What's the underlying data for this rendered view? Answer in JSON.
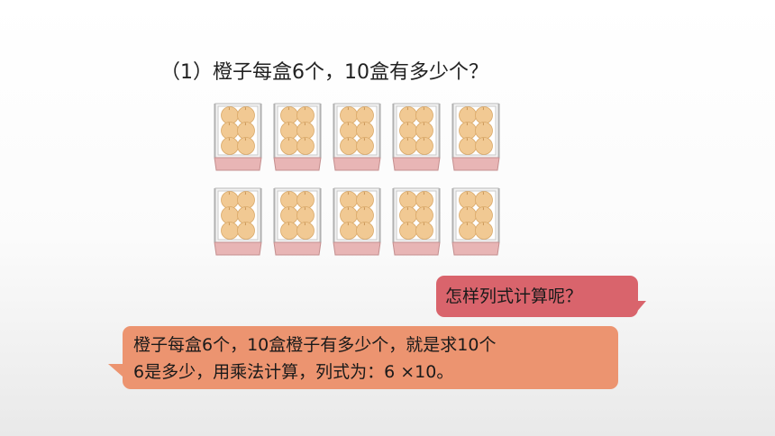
{
  "question": "（1）橙子每盒6个，10盒有多少个？",
  "boxes": {
    "count": 10,
    "oranges_per_box": 6,
    "orange_color": "#f1c993",
    "box_color": "#e8b5b5"
  },
  "bubble_pink": {
    "text": "怎样列式计算呢？",
    "color": "#d9646c"
  },
  "bubble_orange": {
    "line1": "橙子每盒6个，10盒橙子有多少个，就是求10个",
    "line2": "6是多少，用乘法计算，列式为：6 ×10。",
    "color": "#ec9470"
  }
}
